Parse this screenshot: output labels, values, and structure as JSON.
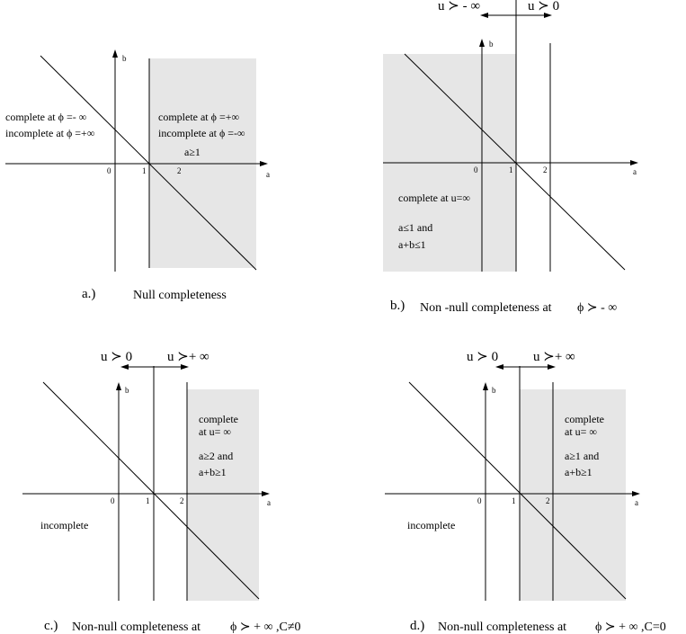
{
  "colors": {
    "region": "#e6e6e6",
    "line": "#000000"
  },
  "panel_a": {
    "axis_x": "a",
    "axis_y": "b",
    "tick_0": "0",
    "tick_1": "1",
    "tick_2": "2",
    "left_line1": "complete at ϕ =- ∞",
    "left_line2": "incomplete at ϕ =+∞",
    "right_line1": "complete at ϕ =+∞",
    "right_line2": "incomplete at ϕ =-∞",
    "condition": "a≥1",
    "caption_label": "a.)",
    "caption_text": "Null completeness"
  },
  "panel_b": {
    "axis_x": "a",
    "axis_y": "b",
    "tick_0": "0",
    "tick_1": "1",
    "tick_2": "2",
    "top_left": "u ≻ - ∞",
    "top_right": "u ≻ 0",
    "region_line1": "complete at u=∞",
    "cond_line1": "a≤1 and",
    "cond_line2": "a+b≤1",
    "caption_label": "b.)",
    "caption_text": "Non -null completeness at",
    "caption_math": "ϕ  ≻  -  ∞"
  },
  "panel_c": {
    "axis_x": "a",
    "axis_y": "b",
    "tick_0": "0",
    "tick_1": "1",
    "tick_2": "2",
    "top_left": "u ≻ 0",
    "top_right": "u ≻+ ∞",
    "region_line1": "complete",
    "region_line2": "at u= ∞",
    "cond_line1": "a≥2  and",
    "cond_line2": "a+b≥1",
    "left_text": "incomplete",
    "caption_label": "c.)",
    "caption_text": "Non-null completeness    at",
    "caption_math": "ϕ  ≻  + ∞  ,C≠0"
  },
  "panel_d": {
    "axis_x": "a",
    "axis_y": "b",
    "tick_0": "0",
    "tick_1": "1",
    "tick_2": "2",
    "top_left": "u ≻ 0",
    "top_right": "u ≻+ ∞",
    "region_line1": "complete",
    "region_line2": "at u= ∞",
    "cond_line1": "a≥1  and",
    "cond_line2": "a+b≥1",
    "left_text": "incomplete",
    "caption_label": "d.)",
    "caption_text": "Non-null completeness    at",
    "caption_math": "ϕ  ≻  + ∞  ,C=0"
  }
}
